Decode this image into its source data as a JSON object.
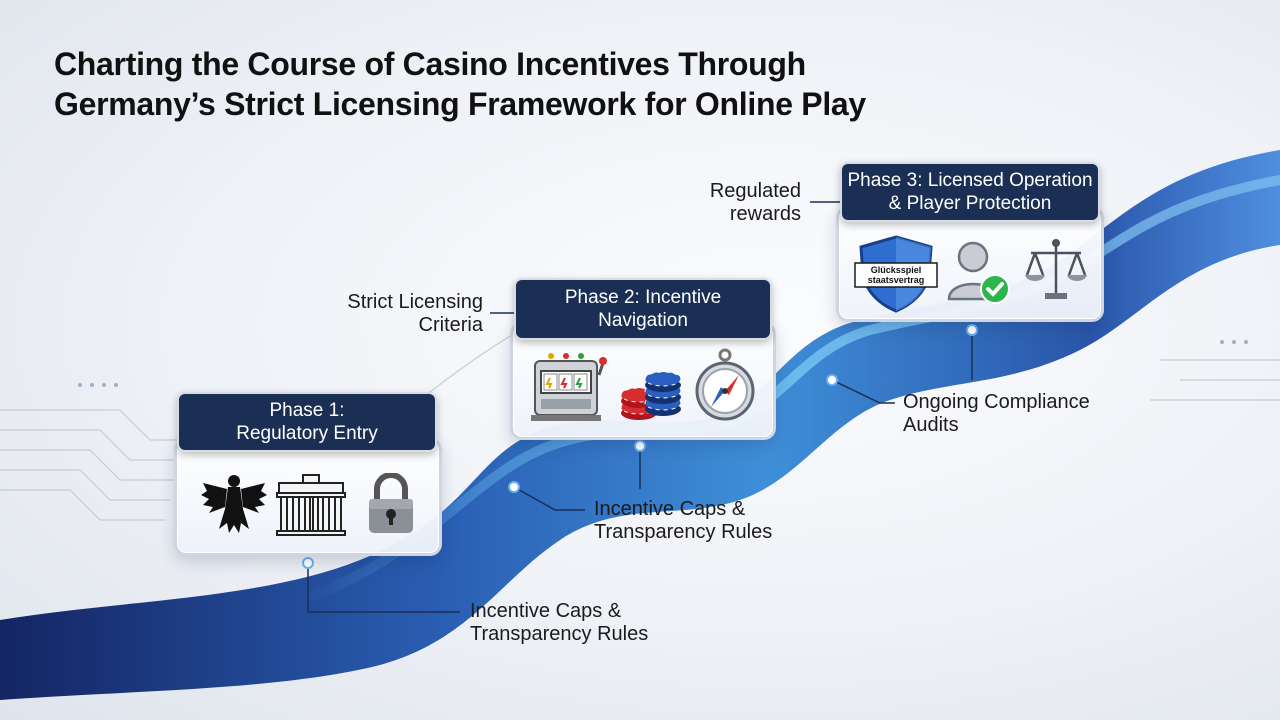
{
  "title": {
    "line1": "Charting the Course of Casino Incentives Through",
    "line2": "Germany’s Strict Licensing Framework for Online Play"
  },
  "phases": [
    {
      "heading_line1": "Phase 1:",
      "heading_line2": "Regulatory Entry",
      "icons": [
        "german-eagle-icon",
        "brandenburg-gate-icon",
        "padlock-icon"
      ]
    },
    {
      "heading_line1": "Phase 2: Incentive",
      "heading_line2": "Navigation",
      "icons": [
        "slot-machine-icon",
        "casino-chips-icon",
        "compass-icon"
      ]
    },
    {
      "heading_line1": "Phase 3: Licensed Operation",
      "heading_line2": "& Player Protection",
      "icons": [
        "shield-icon",
        "verified-user-icon",
        "scales-icon"
      ],
      "shield_text_line1": "Glücksspiel",
      "shield_text_line2": "staatsvertrag"
    }
  ],
  "annotations": {
    "bottom": {
      "line1": "Incentive Caps &",
      "line2": "Transparency Rules"
    },
    "middle": {
      "line1": "Incentive Caps &",
      "line2": "Transparency Rules"
    },
    "strict": {
      "line1": "Strict Licensing",
      "line2": "Criteria"
    },
    "ongoing": {
      "line1": "Ongoing Compliance",
      "line2": "Audits"
    },
    "regulated": {
      "line1": "Regulated",
      "line2": "rewards"
    }
  },
  "colors": {
    "ribbon_dark": "#1a2e6b",
    "ribbon_light": "#3f8fd8",
    "header_navy": "#1b2f55",
    "check_green": "#2bb54a"
  }
}
